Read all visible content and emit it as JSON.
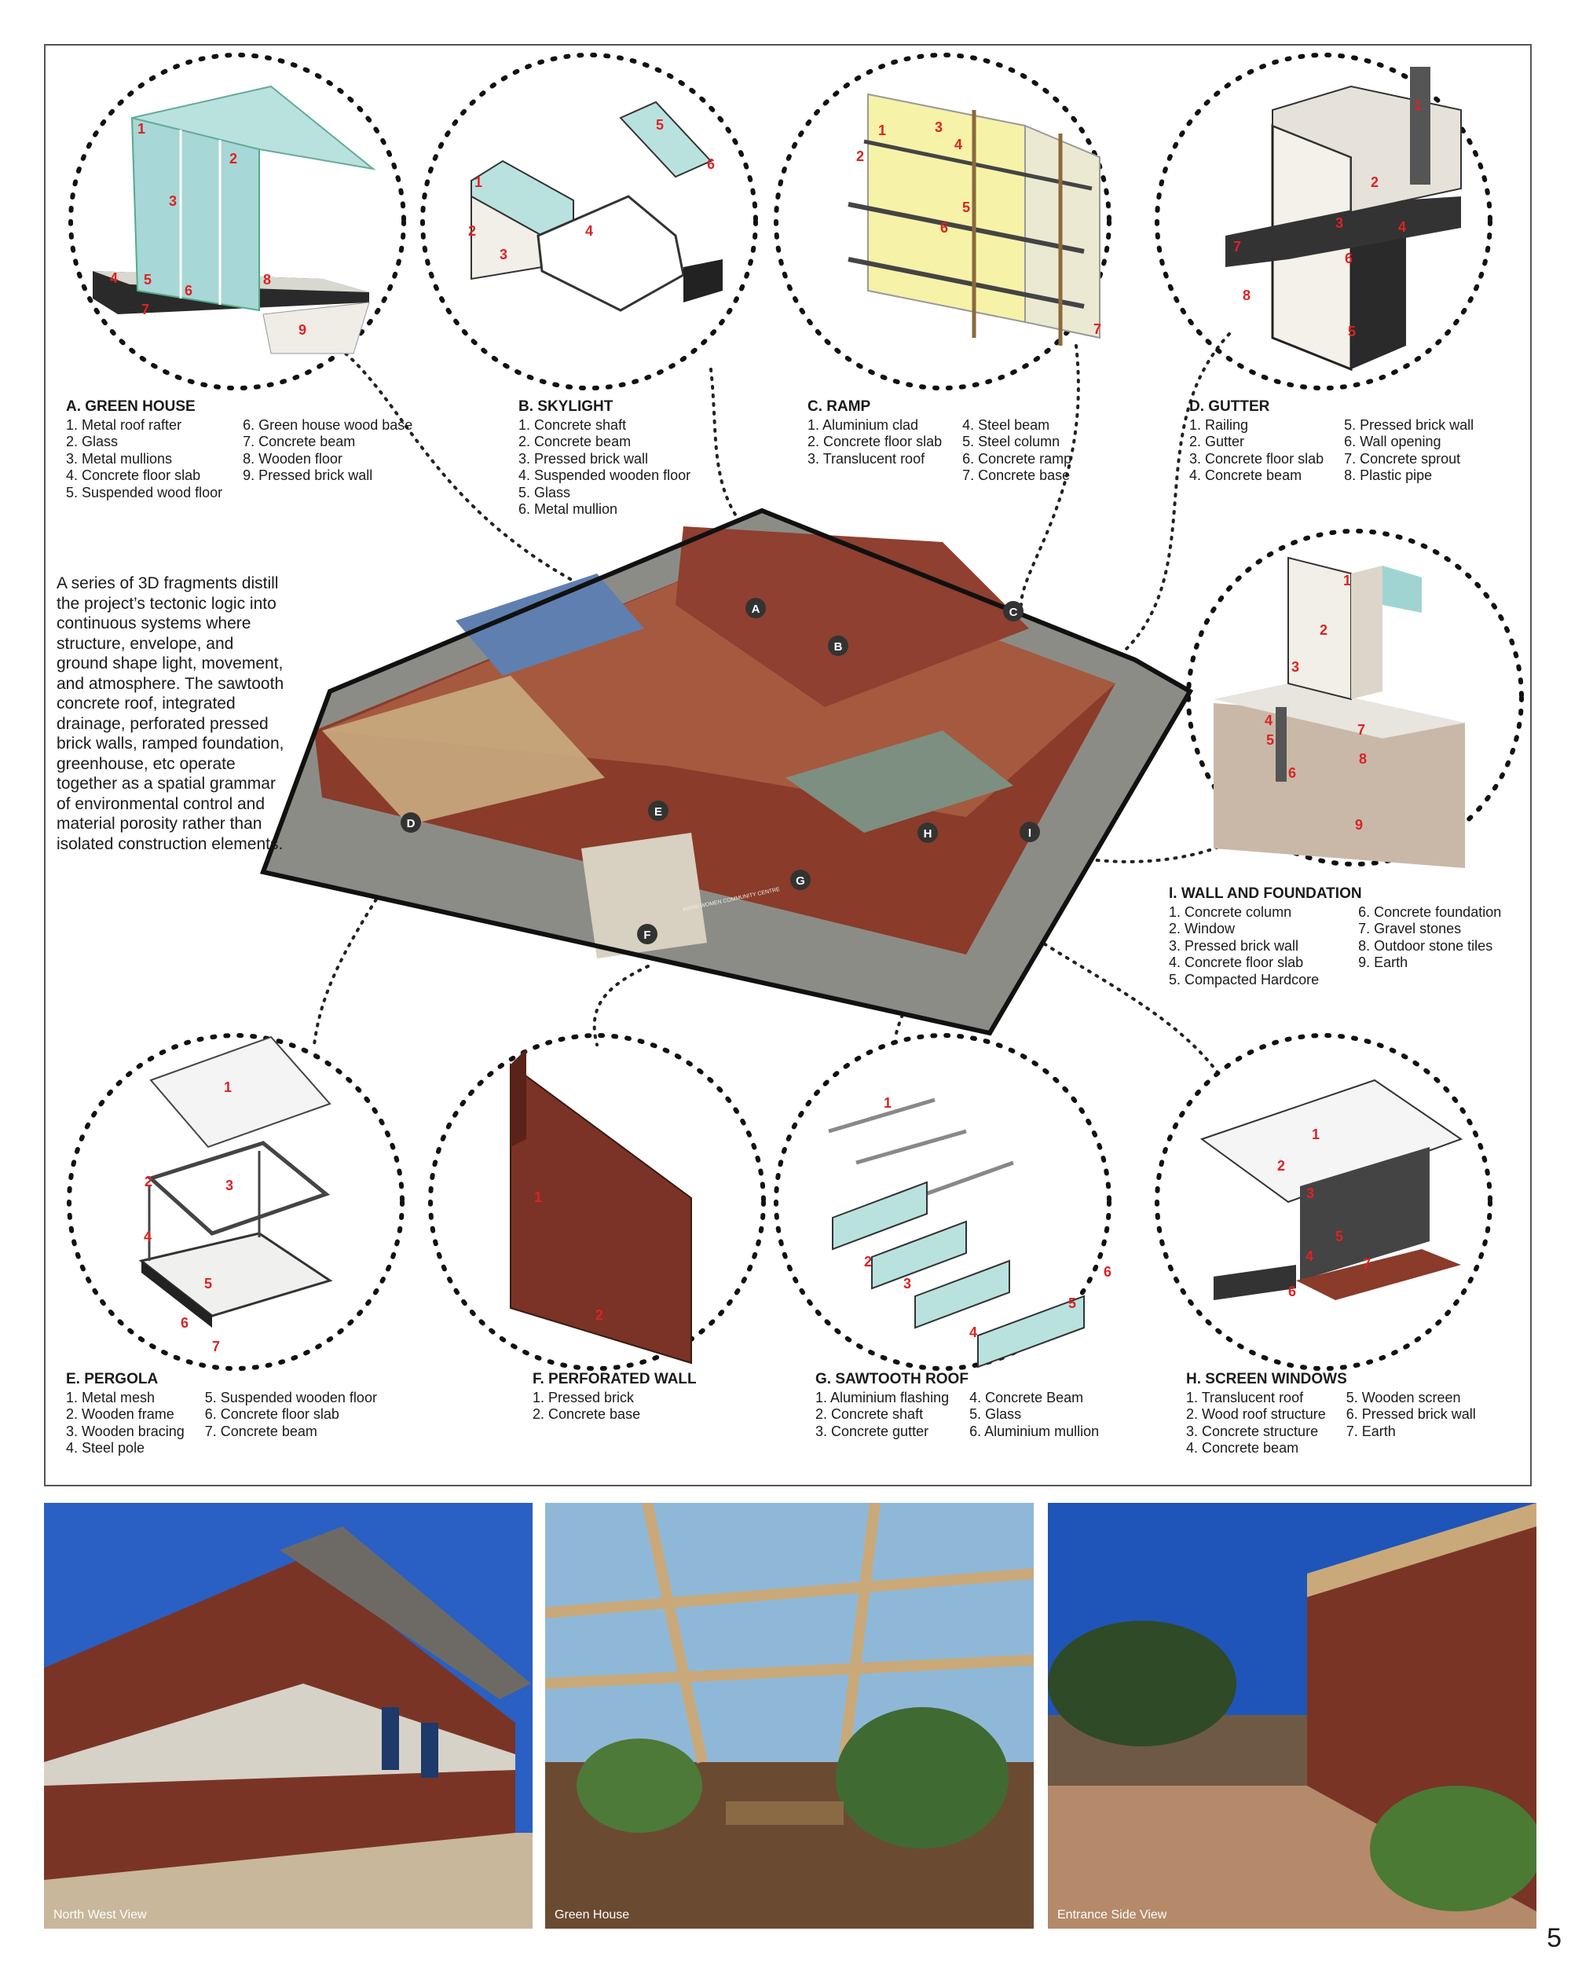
{
  "intro_text": "A series of 3D fragments distill the project’s tectonic logic into continuous systems where structure, envelope, and ground shape light, movement, and atmosphere. The sawtooth concrete roof, integrated drainage, perforated pressed brick walls, ramped foundation, greenhouse, etc operate together as a spatial grammar of environmental control and material porosity rather than isolated construction elements.",
  "building_tags": [
    "A",
    "B",
    "C",
    "D",
    "E",
    "F",
    "G",
    "H",
    "I"
  ],
  "building_sign": "KIRIRI WOMEN COMMUNITY CENTRE",
  "legends": {
    "a": {
      "title": "A. GREEN HOUSE",
      "col1": [
        "1. Metal roof rafter",
        "2. Glass",
        "3. Metal mullions",
        "4. Concrete floor slab",
        "5. Suspended wood floor"
      ],
      "col2": [
        "6. Green house wood base",
        "7. Concrete beam",
        "8. Wooden floor",
        "9. Pressed brick wall"
      ]
    },
    "b": {
      "title": "B. SKYLIGHT",
      "col1": [
        "1. Concrete shaft",
        "2. Concrete beam",
        "3. Pressed brick wall",
        "4. Suspended wooden floor",
        "5. Glass",
        "6. Metal mullion"
      ]
    },
    "c": {
      "title": "C. RAMP",
      "col1": [
        "1. Aluminium clad",
        "2. Concrete floor slab",
        "3. Translucent roof"
      ],
      "col2": [
        "4. Steel beam",
        "5. Steel column",
        "6. Concrete ramp",
        "7. Concrete base"
      ]
    },
    "d": {
      "title": "D. GUTTER",
      "col1": [
        "1. Railing",
        "2. Gutter",
        "3. Concrete floor slab",
        "4. Concrete beam"
      ],
      "col2": [
        "5. Pressed brick wall",
        "6. Wall opening",
        "7. Concrete sprout",
        "8. Plastic pipe"
      ]
    },
    "i": {
      "title": "I. WALL AND FOUNDATION",
      "col1": [
        "1. Concrete column",
        "2. Window",
        "3. Pressed brick wall",
        "4. Concrete floor slab",
        "5. Compacted Hardcore"
      ],
      "col2": [
        "6. Concrete foundation",
        "7. Gravel stones",
        "8. Outdoor stone tiles",
        "9. Earth"
      ]
    },
    "e": {
      "title": "E. PERGOLA",
      "col1": [
        "1. Metal mesh",
        "2. Wooden frame",
        "3. Wooden bracing",
        "4. Steel pole"
      ],
      "col2": [
        "5. Suspended wooden floor",
        "6. Concrete floor slab",
        "7. Concrete beam"
      ]
    },
    "f": {
      "title": "F. PERFORATED WALL",
      "col1": [
        "1. Pressed brick",
        "2. Concrete base"
      ]
    },
    "g": {
      "title": "G. SAWTOOTH ROOF",
      "col1": [
        "1. Aluminium flashing",
        "2. Concrete shaft",
        "3. Concrete gutter"
      ],
      "col2": [
        "4. Concrete Beam",
        "5. Glass",
        "6. Aluminium mullion"
      ]
    },
    "h": {
      "title": "H. SCREEN WINDOWS",
      "col1": [
        "1. Translucent roof",
        "2. Wood roof structure",
        "3. Concrete structure",
        "4. Concrete beam"
      ],
      "col2": [
        "5. Wooden screen",
        "6. Pressed brick wall",
        "7. Earth"
      ]
    }
  },
  "photos": [
    {
      "caption": "North West View"
    },
    {
      "caption": "Green House"
    },
    {
      "caption": "Entrance Side View"
    }
  ],
  "page_number": "5",
  "colors": {
    "accent_number": "#d22222",
    "brick": "#8a3b2a",
    "sky": "#1f55b8",
    "glass": "#9fd4d2"
  }
}
